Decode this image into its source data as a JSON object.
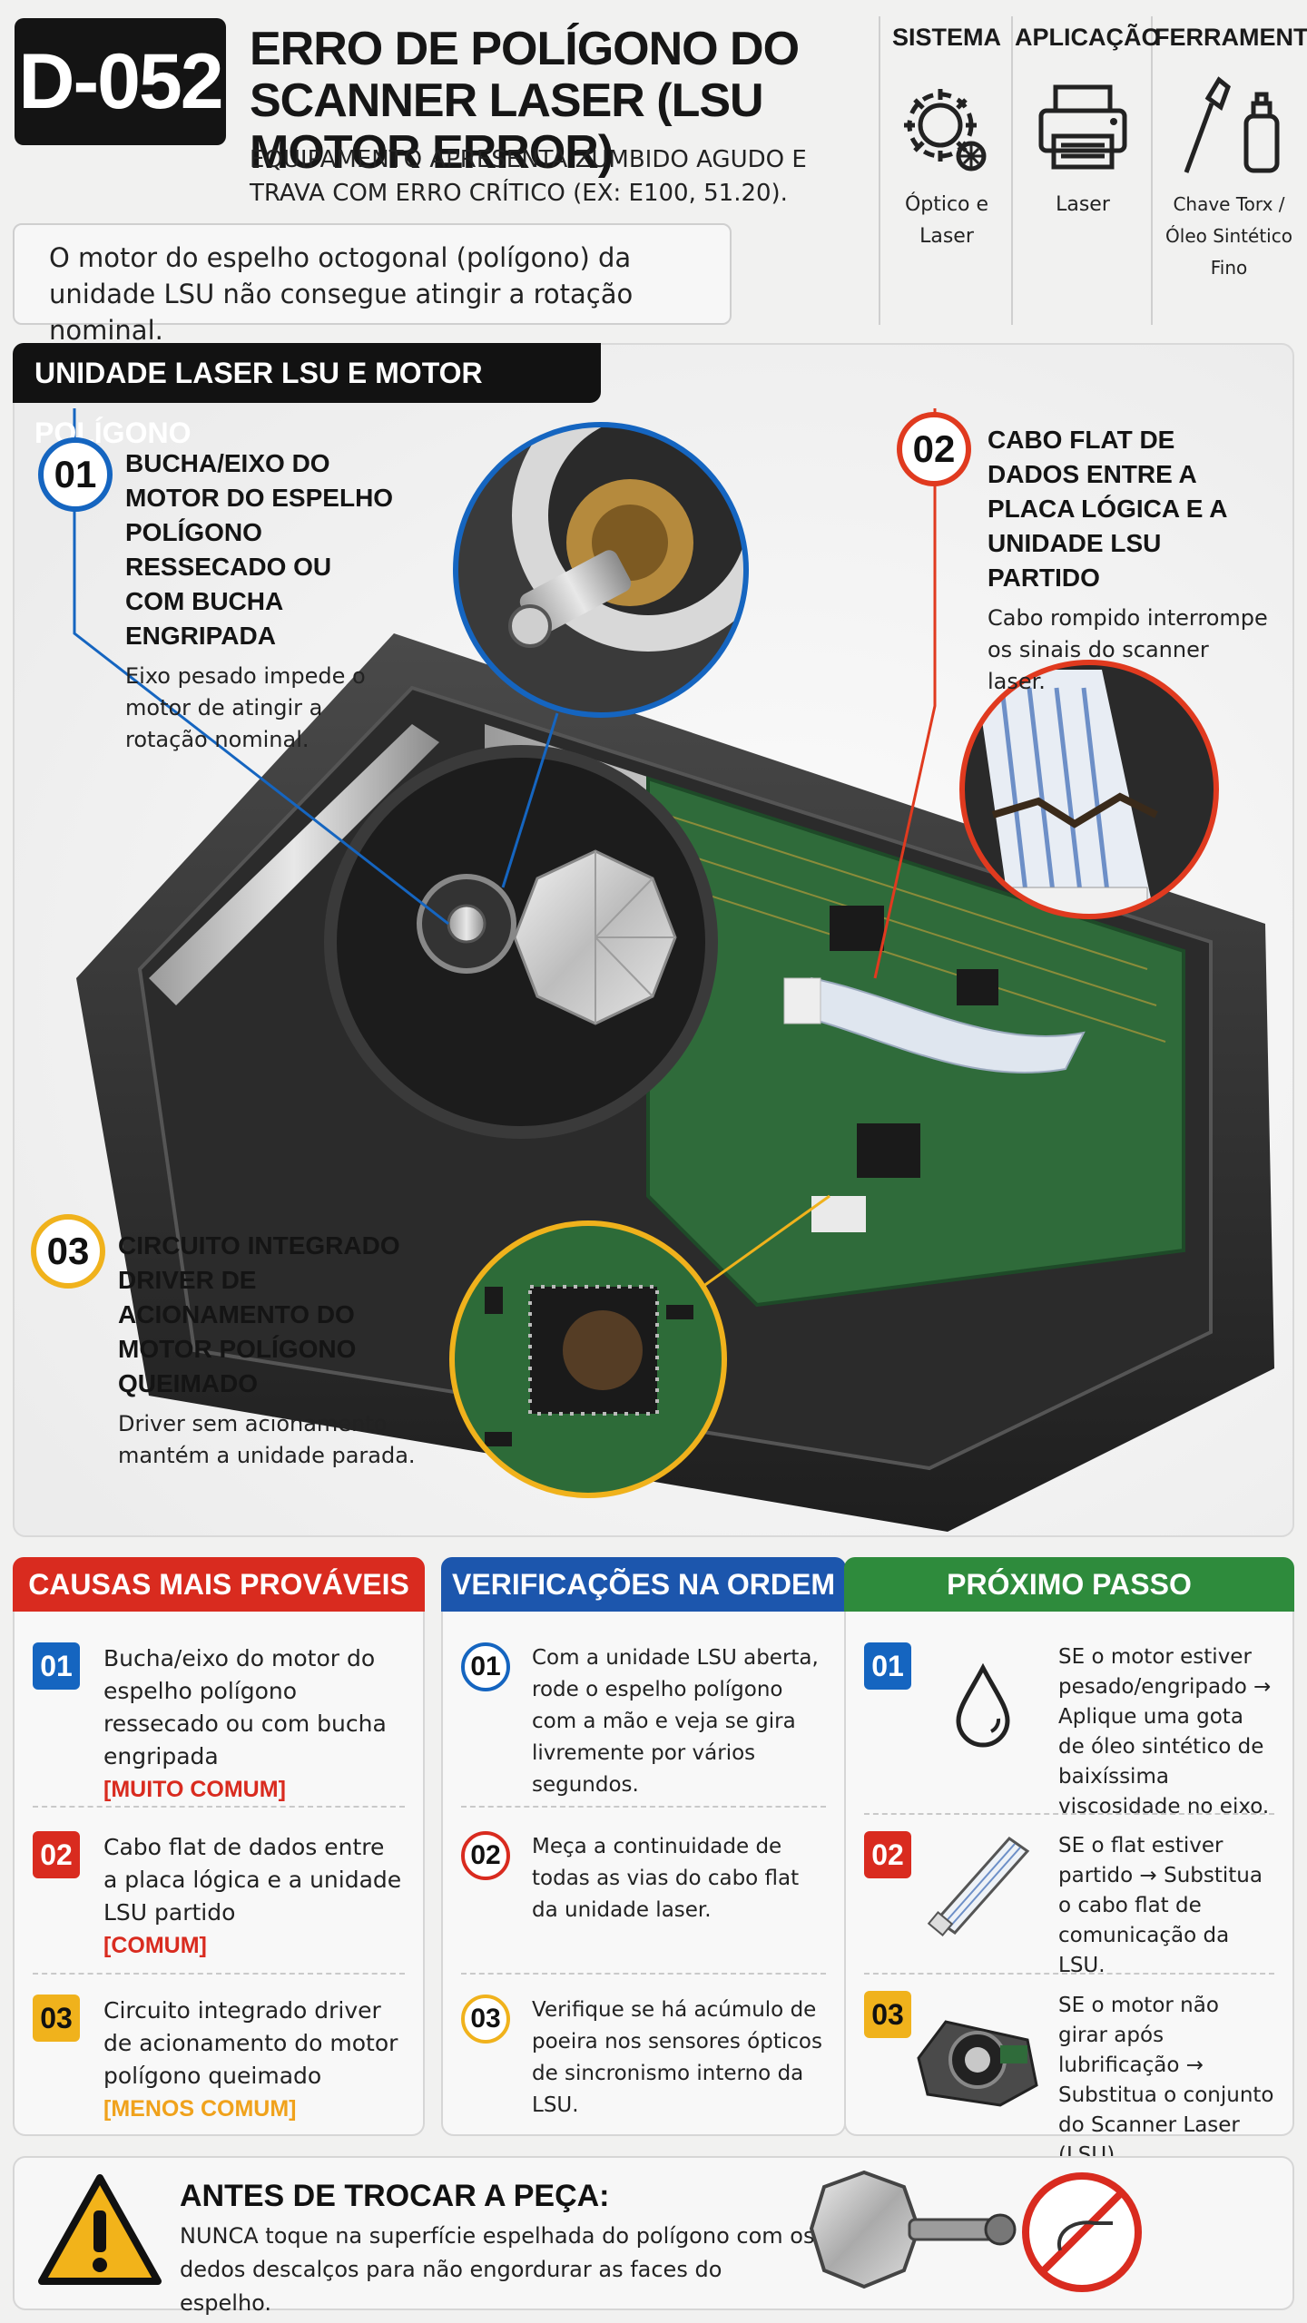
{
  "header": {
    "code": "D-052",
    "title": "ERRO DE POLÍGONO DO SCANNER LASER (LSU MOTOR ERROR)",
    "subtitle": "EQUIPAMENTO APRESENTA ZUMBIDO AGUDO E TRAVA COM ERRO CRÍTICO (EX: E100, 51.20).",
    "description": "O motor do espelho octogonal (polígono) da unidade LSU não consegue atingir a rotação nominal."
  },
  "columns": [
    {
      "heading": "SISTEMA",
      "value_line1": "Óptico e",
      "value_line2": "Laser",
      "icon": "gear-laser-icon"
    },
    {
      "heading": "APLICAÇÃO",
      "value_line1": "Laser",
      "value_line2": "",
      "icon": "printer-icon"
    },
    {
      "heading": "FERRAMENTA",
      "value_line1": "Chave Torx /",
      "value_line2": "Óleo Sintético Fino",
      "icon": "screwdriver-oil-icon"
    }
  ],
  "diagram": {
    "heading": "UNIDADE LASER LSU E MOTOR POLÍGONO",
    "callouts": [
      {
        "num": "01",
        "title": "BUCHA/EIXO DO MOTOR DO ESPELHO POLÍGONO RESSECADO OU COM BUCHA ENGRIPADA",
        "text": "Eixo pesado impede o motor de atingir a rotação nominal.",
        "color": "#1565c0"
      },
      {
        "num": "02",
        "title": "CABO FLAT DE DADOS ENTRE A PLACA LÓGICA E A UNIDADE LSU PARTIDO",
        "text": "Cabo rompido interrompe os sinais do scanner laser.",
        "color": "#e03a1f"
      },
      {
        "num": "03",
        "title": "CIRCUITO INTEGRADO DRIVER DE ACIONAMENTO DO MOTOR POLÍGONO QUEIMADO",
        "text": "Driver sem acionamento mantém a unidade parada.",
        "color": "#f0b21c"
      }
    ]
  },
  "causes": {
    "heading": "CAUSAS MAIS PROVÁVEIS",
    "color": "#d92b1f",
    "items": [
      {
        "num": "01",
        "text": "Bucha/eixo do motor do espelho polígono ressecado ou com bucha engripada",
        "tag": "[MUITO COMUM]",
        "num_color": "#1565c0",
        "tag_color": "#d92b1f"
      },
      {
        "num": "02",
        "text": "Cabo flat de dados entre a placa lógica e a unidade LSU partido",
        "tag": "[COMUM]",
        "num_color": "#d92b1f",
        "tag_color": "#d92b1f"
      },
      {
        "num": "03",
        "text": "Circuito integrado driver de acionamento do motor polígono queimado",
        "tag": "[MENOS COMUM]",
        "num_color": "#f0b21c",
        "tag_color": "#f0a21c"
      }
    ]
  },
  "checks": {
    "heading": "VERIFICAÇÕES NA ORDEM",
    "color": "#1c56ad",
    "items": [
      {
        "num": "01",
        "text": "Com a unidade LSU aberta, rode o espelho polígono com a mão e veja se gira livremente por vários segundos.",
        "color": "#1565c0"
      },
      {
        "num": "02",
        "text": "Meça a continuidade de todas as vias do cabo flat da unidade laser.",
        "color": "#d92b1f"
      },
      {
        "num": "03",
        "text": "Verifique se há acúmulo de poeira nos sensores ópticos de sincronismo interno da LSU.",
        "color": "#f0b21c"
      }
    ]
  },
  "next": {
    "heading": "PRÓXIMO PASSO",
    "color": "#2e8b3c",
    "items": [
      {
        "num": "01",
        "text": "SE o motor estiver pesado/engripado → Aplique uma gota de óleo sintético de baixíssima viscosidade no eixo.",
        "icon": "oil-drop-icon",
        "color": "#1565c0"
      },
      {
        "num": "02",
        "text": "SE o flat estiver partido → Substitua o cabo flat de comunicação da LSU.",
        "icon": "flat-cable-icon",
        "color": "#d92b1f"
      },
      {
        "num": "03",
        "text": "SE o motor não girar após lubrificação → Substitua o conjunto do Scanner Laser (LSU).",
        "icon": "lsu-unit-icon",
        "color": "#f0b21c"
      }
    ]
  },
  "warning": {
    "heading": "ANTES DE TROCAR A PEÇA:",
    "text": "NUNCA toque na superfície espelhada do polígono com os dedos descalços para não engordurar as faces do espelho.",
    "icon": "warning-triangle-icon"
  }
}
